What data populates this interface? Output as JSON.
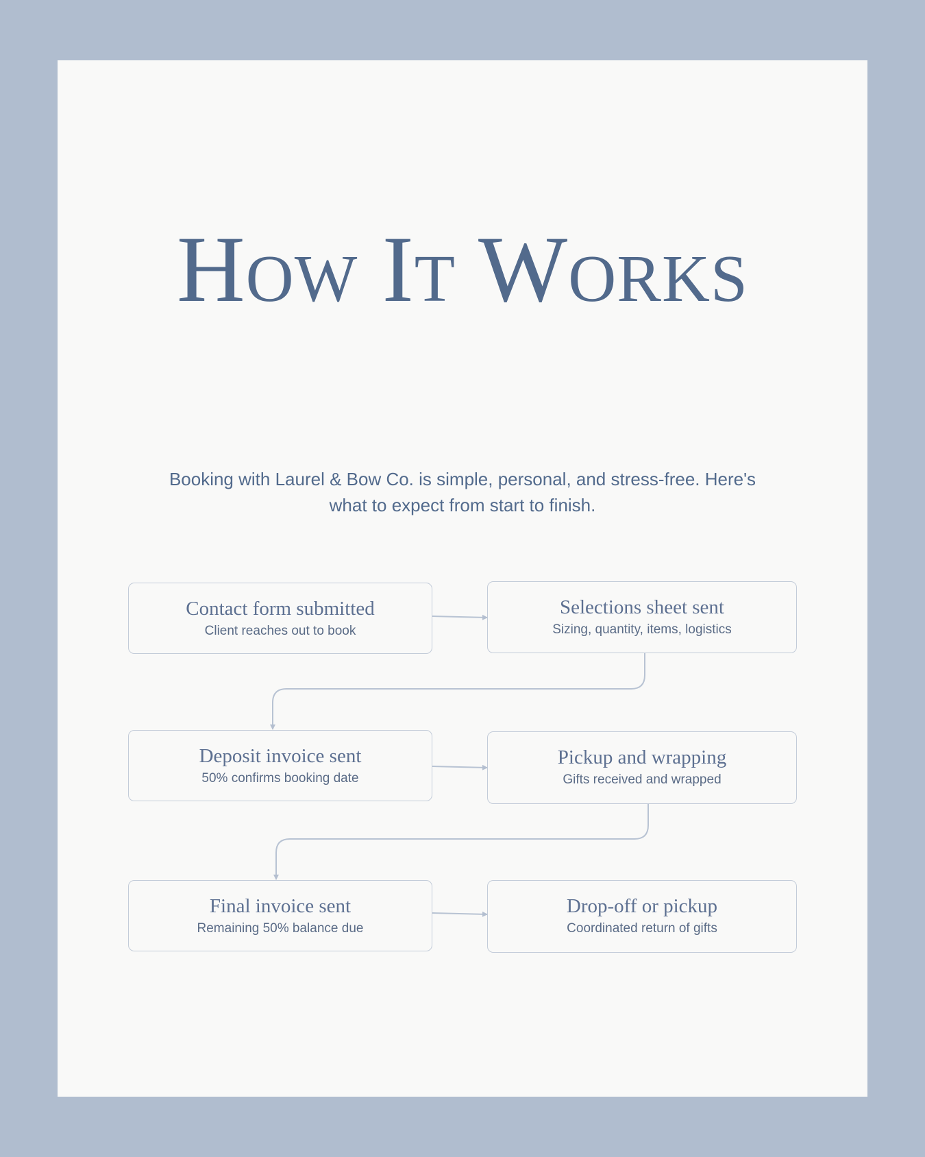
{
  "header": {
    "title": "How It Works",
    "intro": "Booking with Laurel & Bow Co. is simple, personal, and stress-free. Here's what to expect from start to finish."
  },
  "steps": [
    {
      "title": "Contact form submitted",
      "subtitle": "Client reaches out to book"
    },
    {
      "title": "Selections sheet sent",
      "subtitle": "Sizing, quantity, items, logistics"
    },
    {
      "title": "Deposit invoice sent",
      "subtitle": "50% confirms booking date"
    },
    {
      "title": "Pickup and wrapping",
      "subtitle": "Gifts received and wrapped"
    },
    {
      "title": "Final invoice sent",
      "subtitle": "Remaining 50% balance due"
    },
    {
      "title": "Drop-off or pickup",
      "subtitle": "Coordinated return of gifts"
    }
  ],
  "colors": {
    "frame": "#b0bdcf",
    "card": "#f9f9f8",
    "accent": "#526a8c",
    "border": "#c3ccd9"
  }
}
